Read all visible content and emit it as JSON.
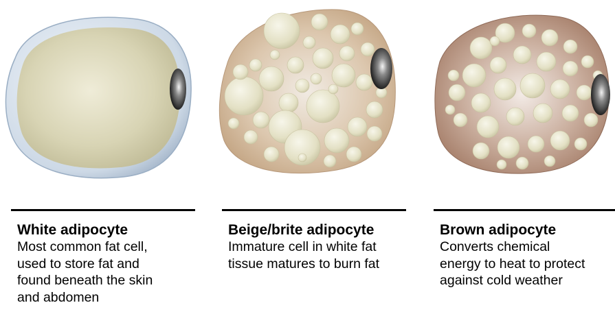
{
  "panels": [
    {
      "title": "White adipocyte",
      "description_lines": [
        "Most common fat cell,",
        "used to store fat and",
        "found beneath the skin",
        "and abdomen"
      ]
    },
    {
      "title": "Beige/brite adipocyte",
      "description_lines": [
        "Immature cell in white fat",
        "tissue matures to burn fat"
      ]
    },
    {
      "title": "Brown adipocyte",
      "description_lines": [
        "Converts chemical",
        "energy to heat to protect",
        "against cold weather"
      ]
    }
  ],
  "colors": {
    "white_cell_membrane": "#d7e1ec",
    "white_cell_fat": "#d8d4b4",
    "beige_cell_body": "#d6bea2",
    "brown_cell_body": "#b89482",
    "lipid_droplet": "#e6e3c8",
    "nucleus": "#2a2a2a",
    "rule": "#000000"
  }
}
